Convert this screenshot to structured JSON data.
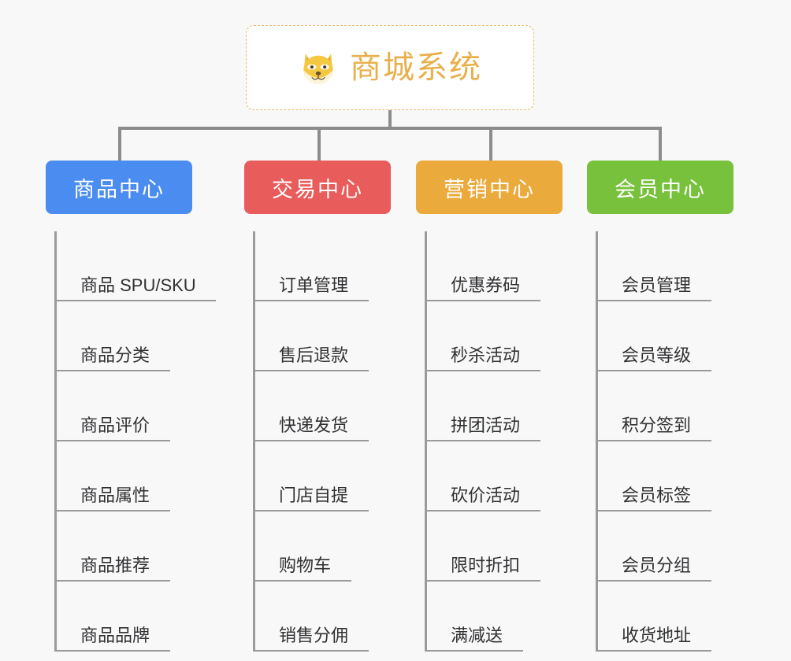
{
  "background_color": "#f8f8f8",
  "root": {
    "title": "商城系统",
    "icon": "shiba-dog-face-icon",
    "title_color": "#e8b04b",
    "border_color": "#e9b96b",
    "background_color": "#ffffff"
  },
  "connector_color": "#8c8c8c",
  "columns": [
    {
      "key": "product-center",
      "header": "商品中心",
      "color": "#4a8cf0",
      "items": [
        "商品 SPU/SKU",
        "商品分类",
        "商品评价",
        "商品属性",
        "商品推荐",
        "商品品牌"
      ]
    },
    {
      "key": "trade-center",
      "header": "交易中心",
      "color": "#e85c5c",
      "items": [
        "订单管理",
        "售后退款",
        "快递发货",
        "门店自提",
        "购物车",
        "销售分佣"
      ]
    },
    {
      "key": "marketing-center",
      "header": "营销中心",
      "color": "#eaaa3c",
      "items": [
        "优惠券码",
        "秒杀活动",
        "拼团活动",
        "砍价活动",
        "限时折扣",
        "满减送"
      ]
    },
    {
      "key": "member-center",
      "header": "会员中心",
      "color": "#77c13c",
      "items": [
        "会员管理",
        "会员等级",
        "积分签到",
        "会员标签",
        "会员分组",
        "收货地址"
      ]
    }
  ]
}
